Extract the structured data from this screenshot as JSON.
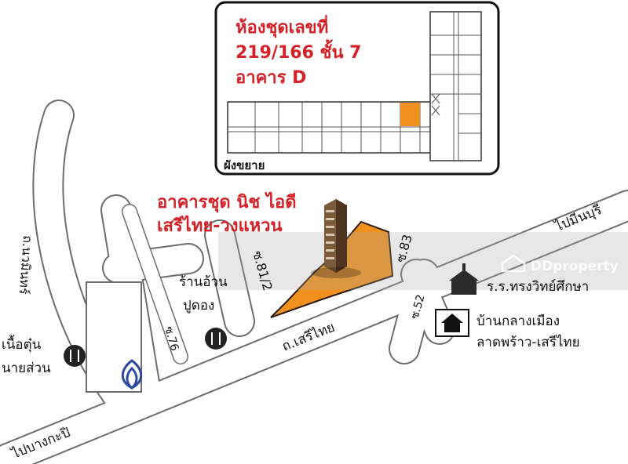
{
  "inset": {
    "unit_line1": "ห้องชุดเลขที่",
    "unit_line2": "219/166 ชั้น 7",
    "unit_line3": "อาคาร D",
    "plan_label": "ผังขยาย"
  },
  "project": {
    "name_line1": "อาคารชุด นิช ไอดี",
    "name_line2": "เสรีไทย-วงแหวน"
  },
  "roads": {
    "to_minburi": "ไปมีนบุรี",
    "to_bangkapi": "ไปบางกะปิ",
    "serithai": "ถ.เสรีไทย",
    "soi_81_2": "ซ.81/2",
    "soi_83": "ซ.83",
    "soi_76": "ซ.76",
    "soi_52": "ซ.52",
    "nawamin": "ถ.นวมินทร์"
  },
  "places": {
    "restaurant1_line1": "ร้านอ้วน",
    "restaurant1_line2": "ปูดอง",
    "restaurant2_line1": "เนื้อตุ๋น",
    "restaurant2_line2": "นายส่วน",
    "school": "ร.ร.ทรงวิทย์ศึกษา",
    "village_line1": "บ้านกลางเมือง",
    "village_line2": "ลาดพร้าว-เสรีไทย"
  },
  "watermark": "DDproperty",
  "colors": {
    "highlight": "#f0901e",
    "project_title": "#d42027",
    "road_outline": "#6d6d6d",
    "bank_logo": "#2f4a9c"
  },
  "icons": [
    "restaurant-icon",
    "school-icon",
    "home-icon",
    "bank-logo",
    "building-icon"
  ]
}
